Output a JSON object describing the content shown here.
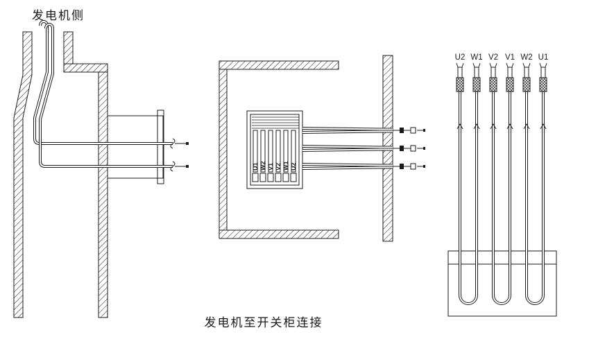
{
  "diagram": {
    "title": "发电机侧",
    "caption": "发电机至开关柜连接"
  },
  "terminal_box": {
    "labels": [
      "U1",
      "W2",
      "V1",
      "V2",
      "W1",
      "U2"
    ]
  },
  "switchgear_cables": {
    "labels": [
      "U2",
      "W1",
      "V2",
      "V1",
      "W2",
      "U1"
    ]
  },
  "colors": {
    "line": "#1a1a1a",
    "background": "#ffffff"
  }
}
